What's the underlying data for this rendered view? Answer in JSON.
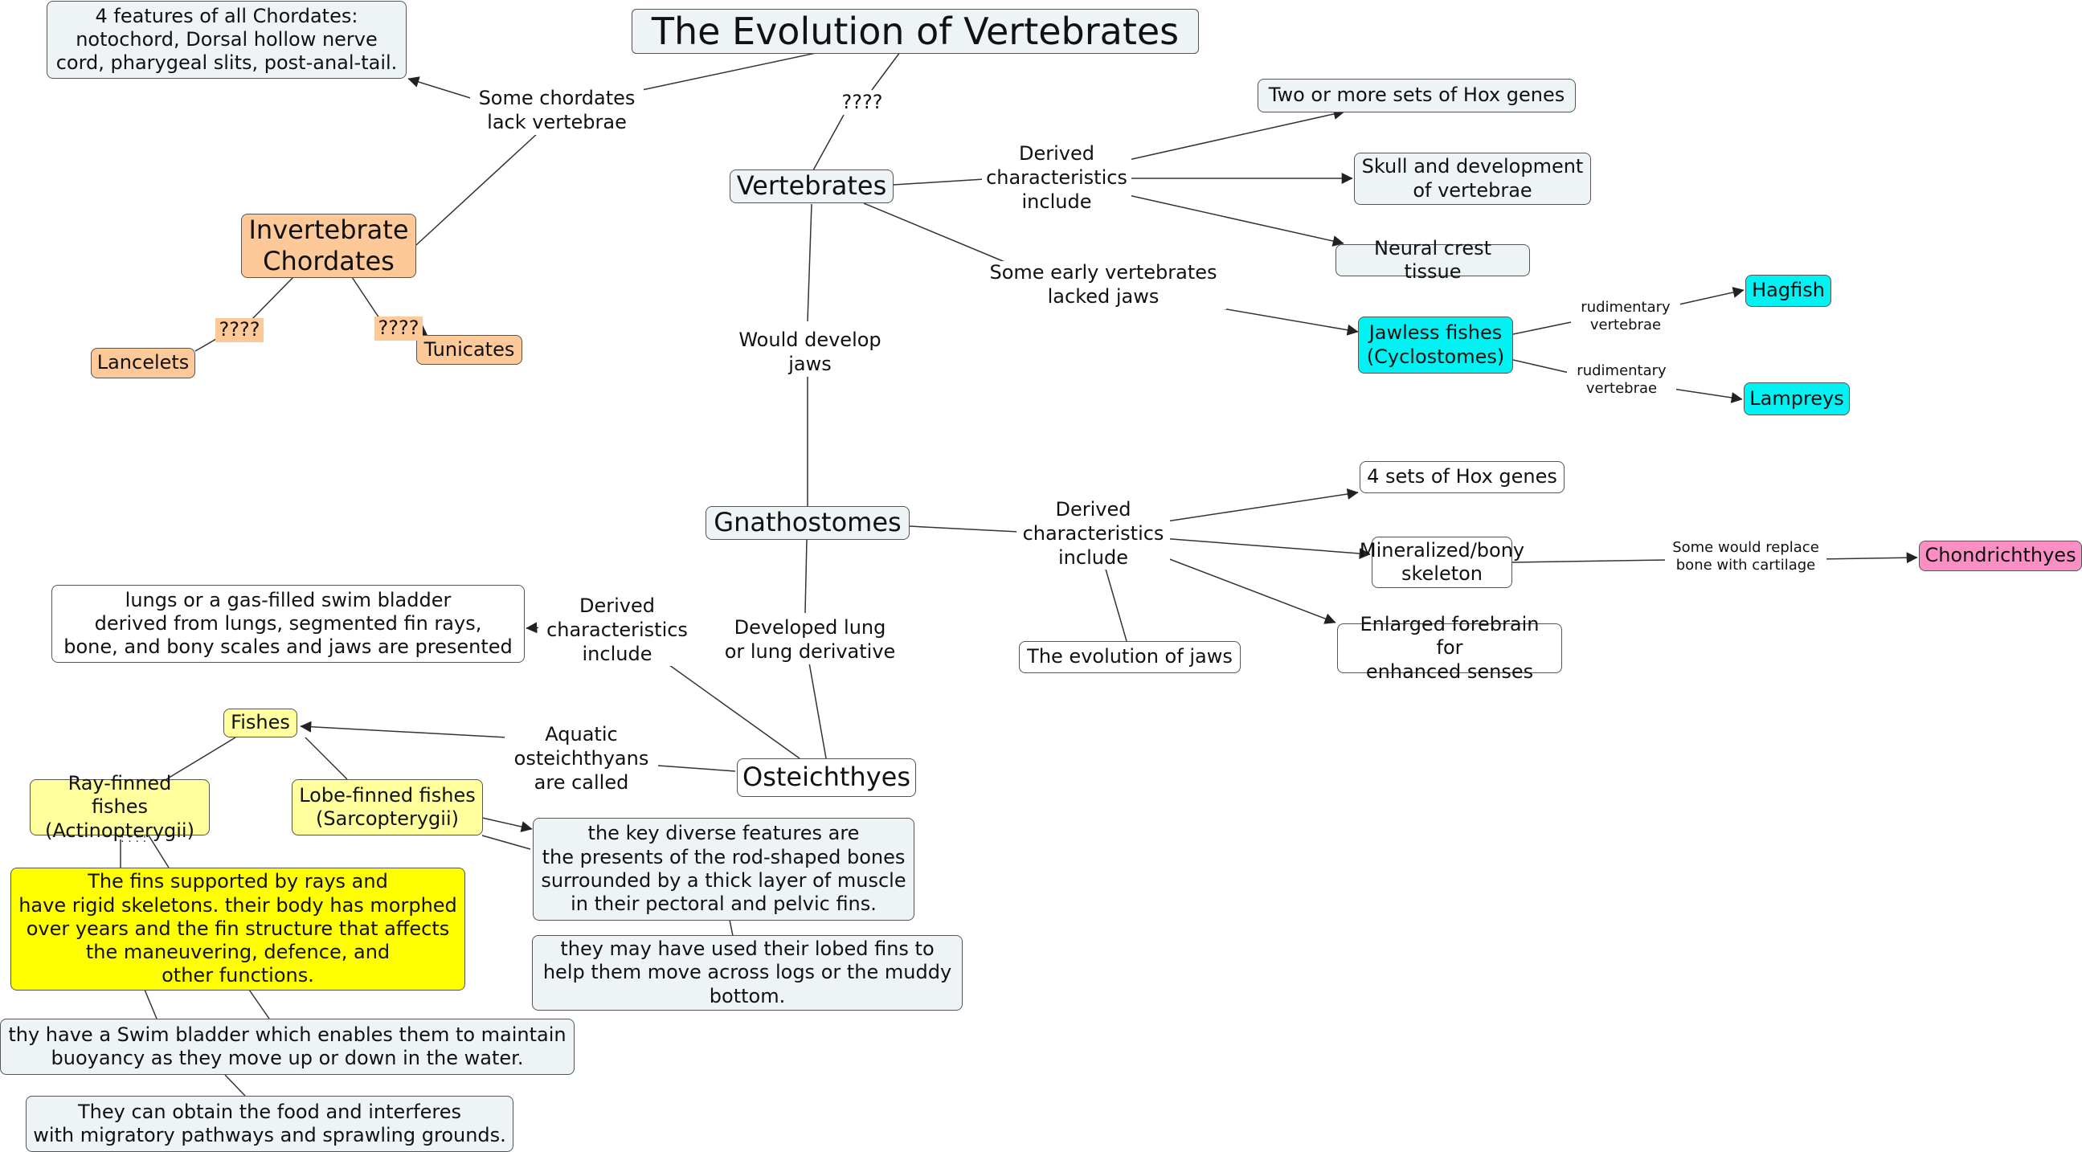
{
  "title": "The Evolution of Vertebrates",
  "nodes": {
    "chordates_features": "4 features of all Chordates:\nnotochord, Dorsal hollow nerve\ncord, pharygeal slits, post-anal-tail.",
    "invertebrate_chordates": "Invertebrate\nChordates",
    "lancelets": "Lancelets",
    "tunicates": "Tunicates",
    "vertebrates": "Vertebrates",
    "hox_two": "Two or more sets of Hox genes",
    "skull": "Skull and development\nof vertebrae",
    "neural_crest": "Neural crest tissue",
    "jawless": "Jawless fishes\n(Cyclostomes)",
    "hagfish": "Hagfish",
    "lampreys": "Lampreys",
    "gnathostomes": "Gnathostomes",
    "hox_four": "4 sets of Hox genes",
    "mineralized": "Mineralized/bony\nskeleton",
    "chondrichthyes": "Chondrichthyes",
    "forebrain": "Enlarged forebrain for\nenhanced senses",
    "evolution_jaws": "The evolution of jaws",
    "lungs": "lungs or a gas-filled swim bladder\nderived from lungs, segmented fin rays,\nbone, and bony scales and jaws are presented",
    "osteichthyes": "Osteichthyes",
    "fishes": "Fishes",
    "ray_finned": "Ray-finned fishes\n(Actinopterygii)",
    "lobe_finned": "Lobe-finned fishes\n(Sarcopterygii)",
    "key_features": "the key diverse features are\nthe presents of the rod-shaped bones\nsurrounded by a thick layer of muscle\nin their pectoral and pelvic fins.",
    "lobed_fins": "they may have used their lobed fins to\nhelp them move across logs or the muddy\nbottom.",
    "fins_rays": "The fins supported by rays and\nhave rigid skeletons. their body has morphed\nover years and the fin structure that affects\nthe maneuvering, defence, and\nother functions.",
    "swim_bladder": "thy have a Swim bladder which enables them to maintain\nbuoyancy as they move up or down in the water.",
    "food": "They can obtain the food and interferes\nwith migratory pathways and sprawling grounds."
  },
  "labels": {
    "lack_vertebrae": "Some chordates\nlack vertebrae",
    "q_top": "????",
    "q_lancelets": "????",
    "q_tunicates": "????",
    "derived_vert": "Derived\ncharacteristics\ninclude",
    "early_jaws": "Some early vertebrates\nlacked jaws",
    "rudimentary_1": "rudimentary\nvertebrae",
    "rudimentary_2": "rudimentary\nvertebrae",
    "develop_jaws": "Would develop\njaws",
    "derived_gnath": "Derived\ncharacteristics\ninclude",
    "replace_cartilage": "Some would replace\nbone with cartilage",
    "derived_oste": "Derived\ncharacteristics\ninclude",
    "lung_derivative": "Developed lung\nor lung derivative",
    "aquatic": "Aquatic\nosteichthyans\nare called"
  },
  "colors": {
    "gray_node": "#eef3f5",
    "orange_node": "#fdc999",
    "cyan_node": "#00f2f2",
    "pink_node": "#fb8fc3",
    "light_yellow_node": "#ffff9e",
    "yellow_node": "#ffff00",
    "border": "#555555",
    "link": "#333333"
  }
}
